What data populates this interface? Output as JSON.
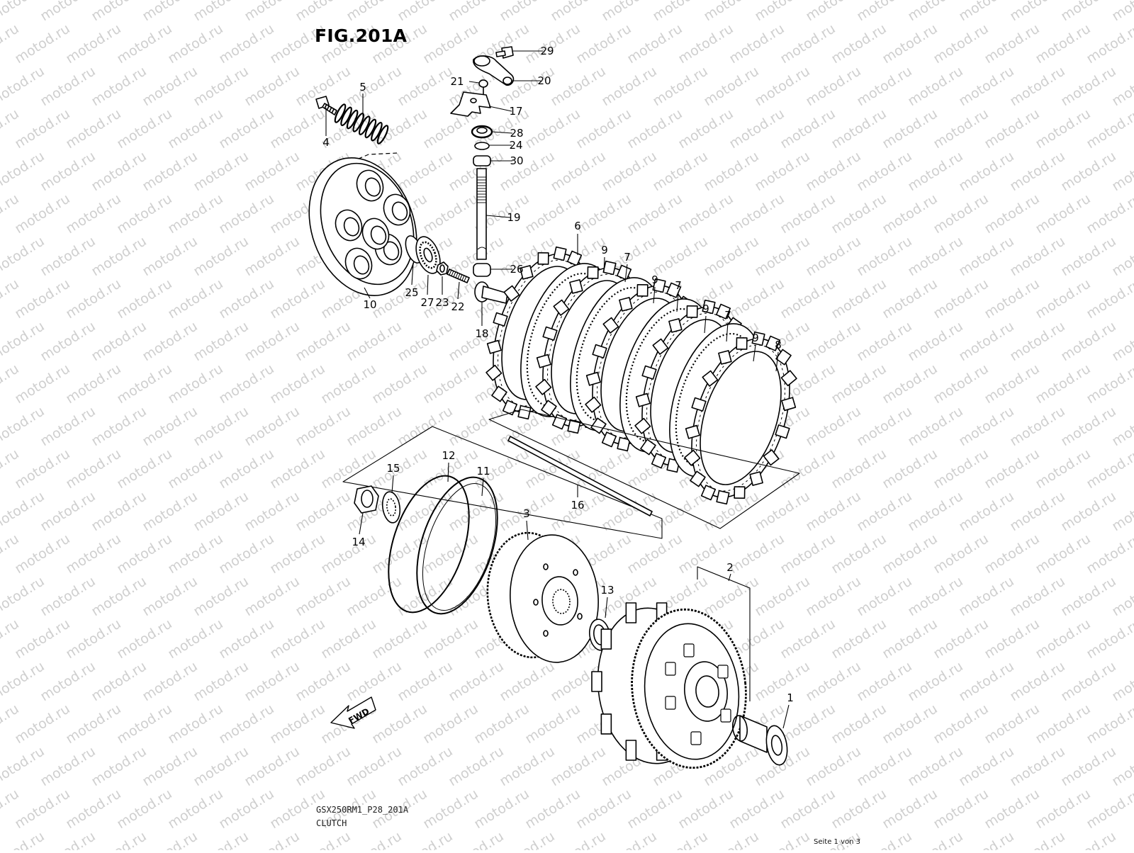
{
  "figure": {
    "title": "FIG.201A",
    "footer_code": "GSX250RM1_P28_201A",
    "footer_name": "CLUTCH",
    "page_indicator": "Seite 1 von 3",
    "watermark": "motod.ru",
    "fwd_label": "FWD"
  },
  "callouts": [
    {
      "id": "1",
      "label": "1"
    },
    {
      "id": "2",
      "label": "2"
    },
    {
      "id": "3",
      "label": "3"
    },
    {
      "id": "4",
      "label": "4"
    },
    {
      "id": "5",
      "label": "5"
    },
    {
      "id": "6",
      "label": "6"
    },
    {
      "id": "7a",
      "label": "7"
    },
    {
      "id": "7b",
      "label": "7"
    },
    {
      "id": "7c",
      "label": "7"
    },
    {
      "id": "8",
      "label": "8"
    },
    {
      "id": "9a",
      "label": "9"
    },
    {
      "id": "9b",
      "label": "9"
    },
    {
      "id": "9c",
      "label": "9"
    },
    {
      "id": "9d",
      "label": "9"
    },
    {
      "id": "10",
      "label": "10"
    },
    {
      "id": "11",
      "label": "11"
    },
    {
      "id": "12",
      "label": "12"
    },
    {
      "id": "13",
      "label": "13"
    },
    {
      "id": "14",
      "label": "14"
    },
    {
      "id": "15",
      "label": "15"
    },
    {
      "id": "16",
      "label": "16"
    },
    {
      "id": "17",
      "label": "17"
    },
    {
      "id": "18",
      "label": "18"
    },
    {
      "id": "19",
      "label": "19"
    },
    {
      "id": "20",
      "label": "20"
    },
    {
      "id": "21",
      "label": "21"
    },
    {
      "id": "22",
      "label": "22"
    },
    {
      "id": "23",
      "label": "23"
    },
    {
      "id": "24",
      "label": "24"
    },
    {
      "id": "25",
      "label": "25"
    },
    {
      "id": "26",
      "label": "26"
    },
    {
      "id": "27",
      "label": "27"
    },
    {
      "id": "28",
      "label": "28"
    },
    {
      "id": "29",
      "label": "29"
    },
    {
      "id": "30",
      "label": "30"
    }
  ]
}
